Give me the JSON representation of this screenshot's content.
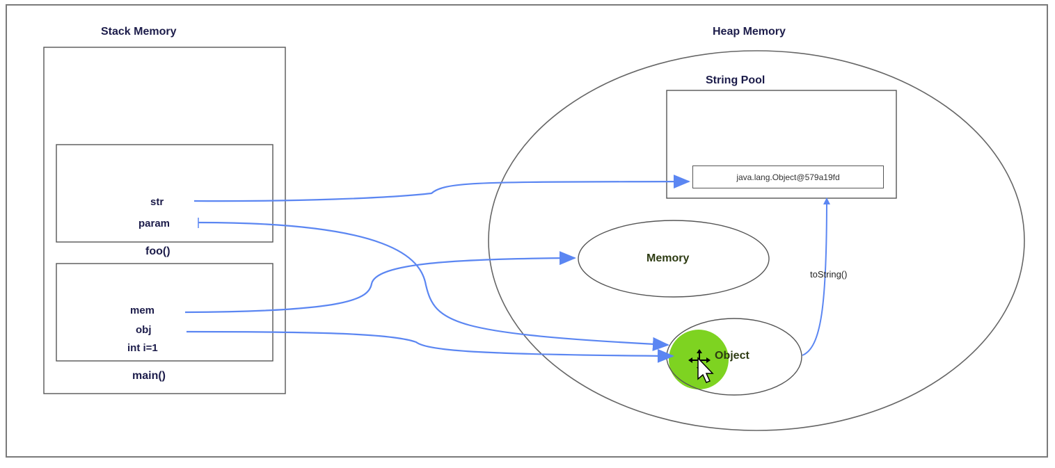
{
  "stack": {
    "title": "Stack Memory",
    "foo_frame": {
      "vars": [
        "str",
        "param"
      ],
      "method": "foo()"
    },
    "main_frame": {
      "vars": [
        "mem",
        "obj",
        "int i=1"
      ],
      "method": "main()"
    }
  },
  "heap": {
    "title": "Heap Memory",
    "string_pool": {
      "title": "String Pool",
      "value": "java.lang.Object@579a19fd"
    },
    "memory_object": "Memory",
    "object_object": "Object",
    "method_call": "toString()"
  },
  "colors": {
    "arrow": "#5b86f2",
    "line": "#555555",
    "highlight": "#7ed321",
    "label": "#1c1c4a"
  },
  "icons": [
    "move-cursor-icon"
  ]
}
